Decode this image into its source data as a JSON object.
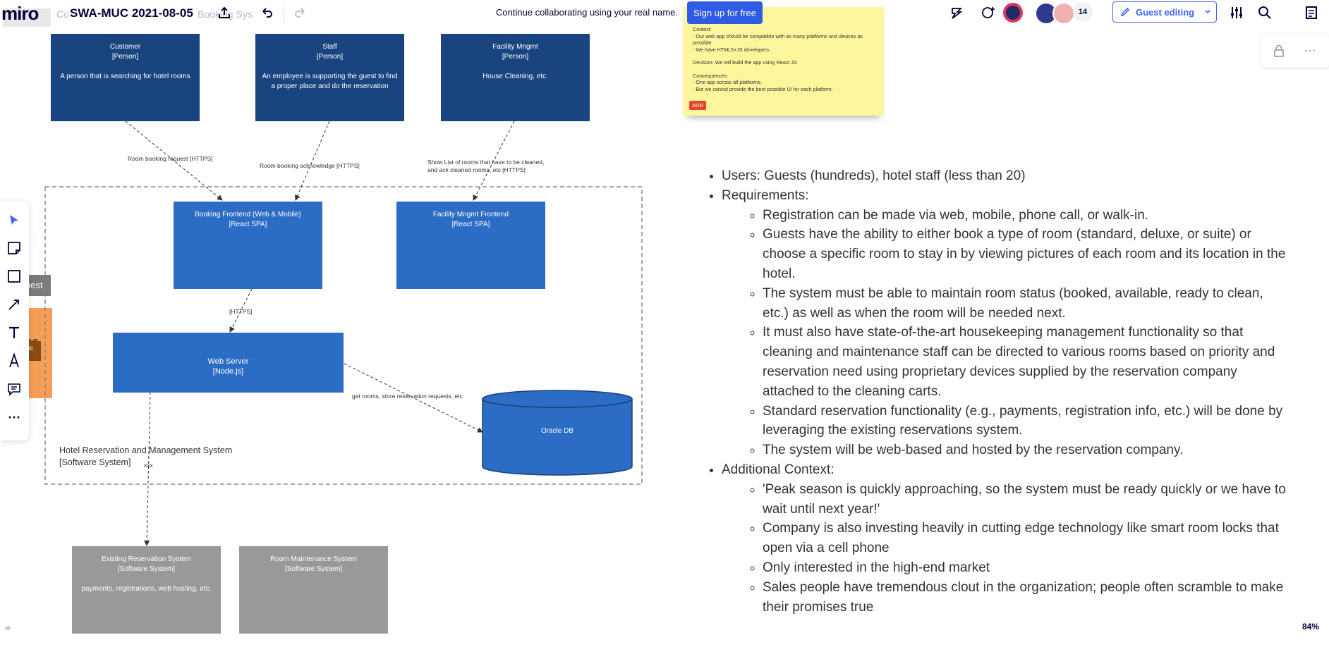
{
  "app": {
    "logo": "miro",
    "board_title": "SWA-MUC 2021-08-05",
    "ghost_title": "Co",
    "ghost_tail": "Booking Sys",
    "collab_prompt": "Continue collaborating using your real name.",
    "signup_label": "Sign up for free",
    "guest_editing_label": "Guest editing",
    "user_count": "14",
    "zoom": "84%",
    "expand": "»"
  },
  "offscreen": {
    "grey_tag": "uest",
    "orange_text": "es",
    "orange_sub": "ic"
  },
  "diagram": {
    "persons": [
      {
        "title": "Customer",
        "type": "[Person]",
        "desc": "A person that is searching for hotel rooms"
      },
      {
        "title": "Staff",
        "type": "[Person]",
        "desc": "An employee is supporting the guest to find a proper place and do the reservation"
      },
      {
        "title": "Facility Mngmt",
        "type": "[Person]",
        "desc": "House Cleaning, etc."
      }
    ],
    "containers": [
      {
        "title": "Booking  Frontend (Web & Mobile)",
        "type": "[React SPA]"
      },
      {
        "title": "Facility Mngmt  Frontend",
        "type": "[React SPA]"
      },
      {
        "title": "Web Server",
        "type": "[Node.js]"
      },
      {
        "title": "Oracle DB"
      }
    ],
    "externals": [
      {
        "title": "Existing Reservation System",
        "type": "[Software System]",
        "desc": "payments, registrations, web hosting, etc."
      },
      {
        "title": "Room Maintenance System",
        "type": "[Software System]"
      }
    ],
    "connections": [
      {
        "label": "Room booking request [HTTPS]"
      },
      {
        "label": "Room booking acknowledge [HTTPS]"
      },
      {
        "label_1": "Show List of rooms that have to be cleaned,",
        "label_2": "and ack cleaned rooms, etc  [HTTPS]"
      },
      {
        "label": "[HTTPS]"
      },
      {
        "label": "get rooms, store reservation requests, etc"
      },
      {
        "label": "xxx"
      }
    ],
    "system": {
      "name": "Hotel Reservation and Management System",
      "type": "[Software System]"
    }
  },
  "sticky": {
    "lines": [
      "Context:",
      "- Our web app should be compatible with as many platforms and devices as possible",
      "- We have HTML5+JS developers.",
      "",
      "Decision: We will build the app using React JS",
      "",
      "Consequences:",
      "- One app across all platforms.",
      "- But we cannot provide the best possible UI for each platform."
    ],
    "tag": "ADR"
  },
  "notes": {
    "users": "Users: Guests (hundreds), hotel staff (less than 20)",
    "requirements_title": "Requirements:",
    "requirements": [
      "Registration can be made via web, mobile, phone call, or walk-in.",
      "Guests have the ability to either book a type of room (standard, deluxe, or suite) or choose a specific room to stay in by viewing pictures of each room and its location in the hotel.",
      "The system must be able to maintain room status (booked, available, ready to clean, etc.) as well as when the room will be needed next.",
      "It must also have state-of-the-art housekeeping management functionality so that cleaning and maintenance staff can be directed to various rooms based on priority and reservation need using proprietary devices supplied by the reservation company attached to the cleaning carts.",
      "Standard reservation functionality (e.g., payments, registration info, etc.) will be done by leveraging the existing reservations system.",
      "The system will be web-based and hosted by the reservation company."
    ],
    "context_title": "Additional Context:",
    "context": [
      "'Peak season is quickly approaching, so the system must be ready quickly or we have to wait until next year!'",
      "Company is also investing heavily in cutting edge technology like smart room locks that open via a cell phone",
      "Only interested in the high-end market",
      "Sales people have tremendous clout in the organization; people often scramble to make their promises true"
    ]
  }
}
